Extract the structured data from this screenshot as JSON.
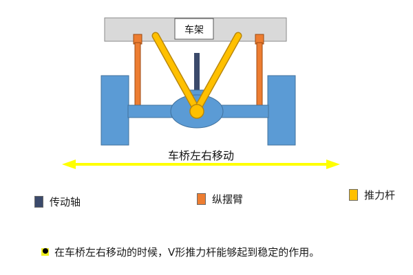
{
  "diagram": {
    "frame_label": "车架",
    "motion_label": "车桥左右移动"
  },
  "legend": [
    {
      "key": "drive_shaft",
      "label": "传动轴",
      "color": "#3b4a6b"
    },
    {
      "key": "trailing_arm",
      "label": "纵摆臂",
      "color": "#ed7d31"
    },
    {
      "key": "thrust_rod",
      "label": "推力杆",
      "color": "#ffc000"
    }
  ],
  "note": {
    "text": "在车桥左右移动的时候，V形推力杆能够起到稳定的作用。"
  },
  "colors": {
    "frame": "#d9d9d9",
    "axle": "#5b9bd5",
    "arrow": "#ffff00"
  }
}
